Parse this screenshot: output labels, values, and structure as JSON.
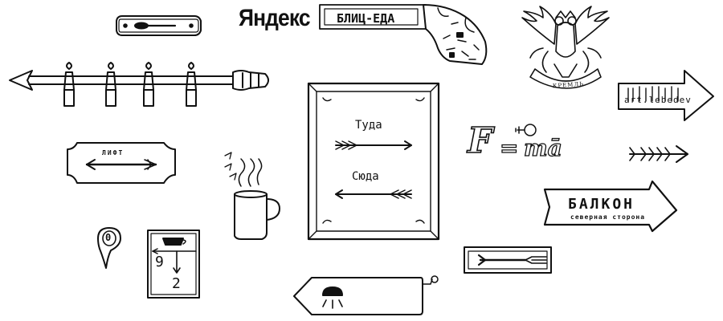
{
  "brand": {
    "yandex": "Яндекс"
  },
  "signs": {
    "blic_eda": "БЛИЦ-ЕДА",
    "lift": "ЛИФТ",
    "tuda": "Туда",
    "syuda": "Сюда",
    "balkon": "БАЛКОН",
    "balkon_sub": "северная сторона",
    "art_lebedev": "art.lebedev",
    "kreml": "КРЕМЛЬ",
    "floor_badge": "0",
    "elevator_from": "9",
    "elevator_to": "2",
    "formula_f": "F",
    "formula_eq": "=",
    "formula_ma": "mā"
  },
  "icons": [
    "spoon-icon",
    "long-arrow-icon",
    "fish-skeleton-icon",
    "fork-icon",
    "coffee-mug-icon",
    "eagle-emblem-icon",
    "lamp-icon",
    "cutlery-icon"
  ]
}
